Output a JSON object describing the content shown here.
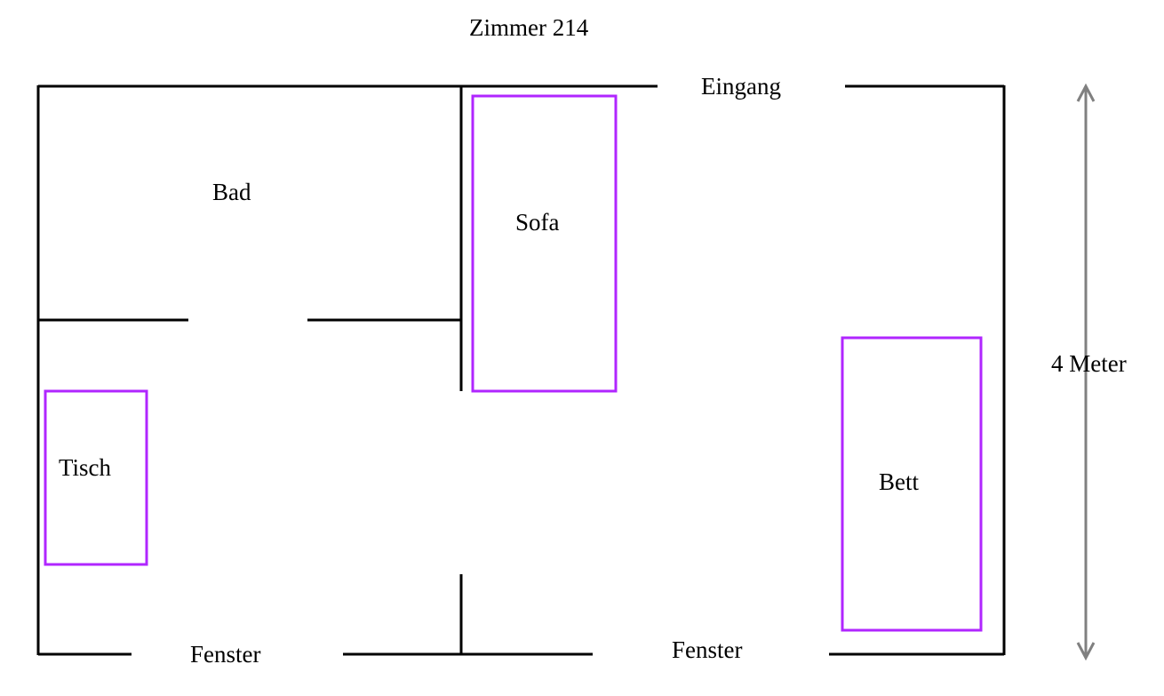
{
  "title": "Zimmer 214",
  "labels": {
    "entrance": "Eingang",
    "bathroom": "Bad",
    "window_left": "Fenster",
    "window_right": "Fenster",
    "dimension": "4 Meter"
  },
  "furniture": [
    {
      "name": "Sofa"
    },
    {
      "name": "Bett"
    },
    {
      "name": "Tisch"
    }
  ],
  "colors": {
    "wall": "#000000",
    "furniture": "#b026ff",
    "dimension_arrow": "#808080"
  }
}
